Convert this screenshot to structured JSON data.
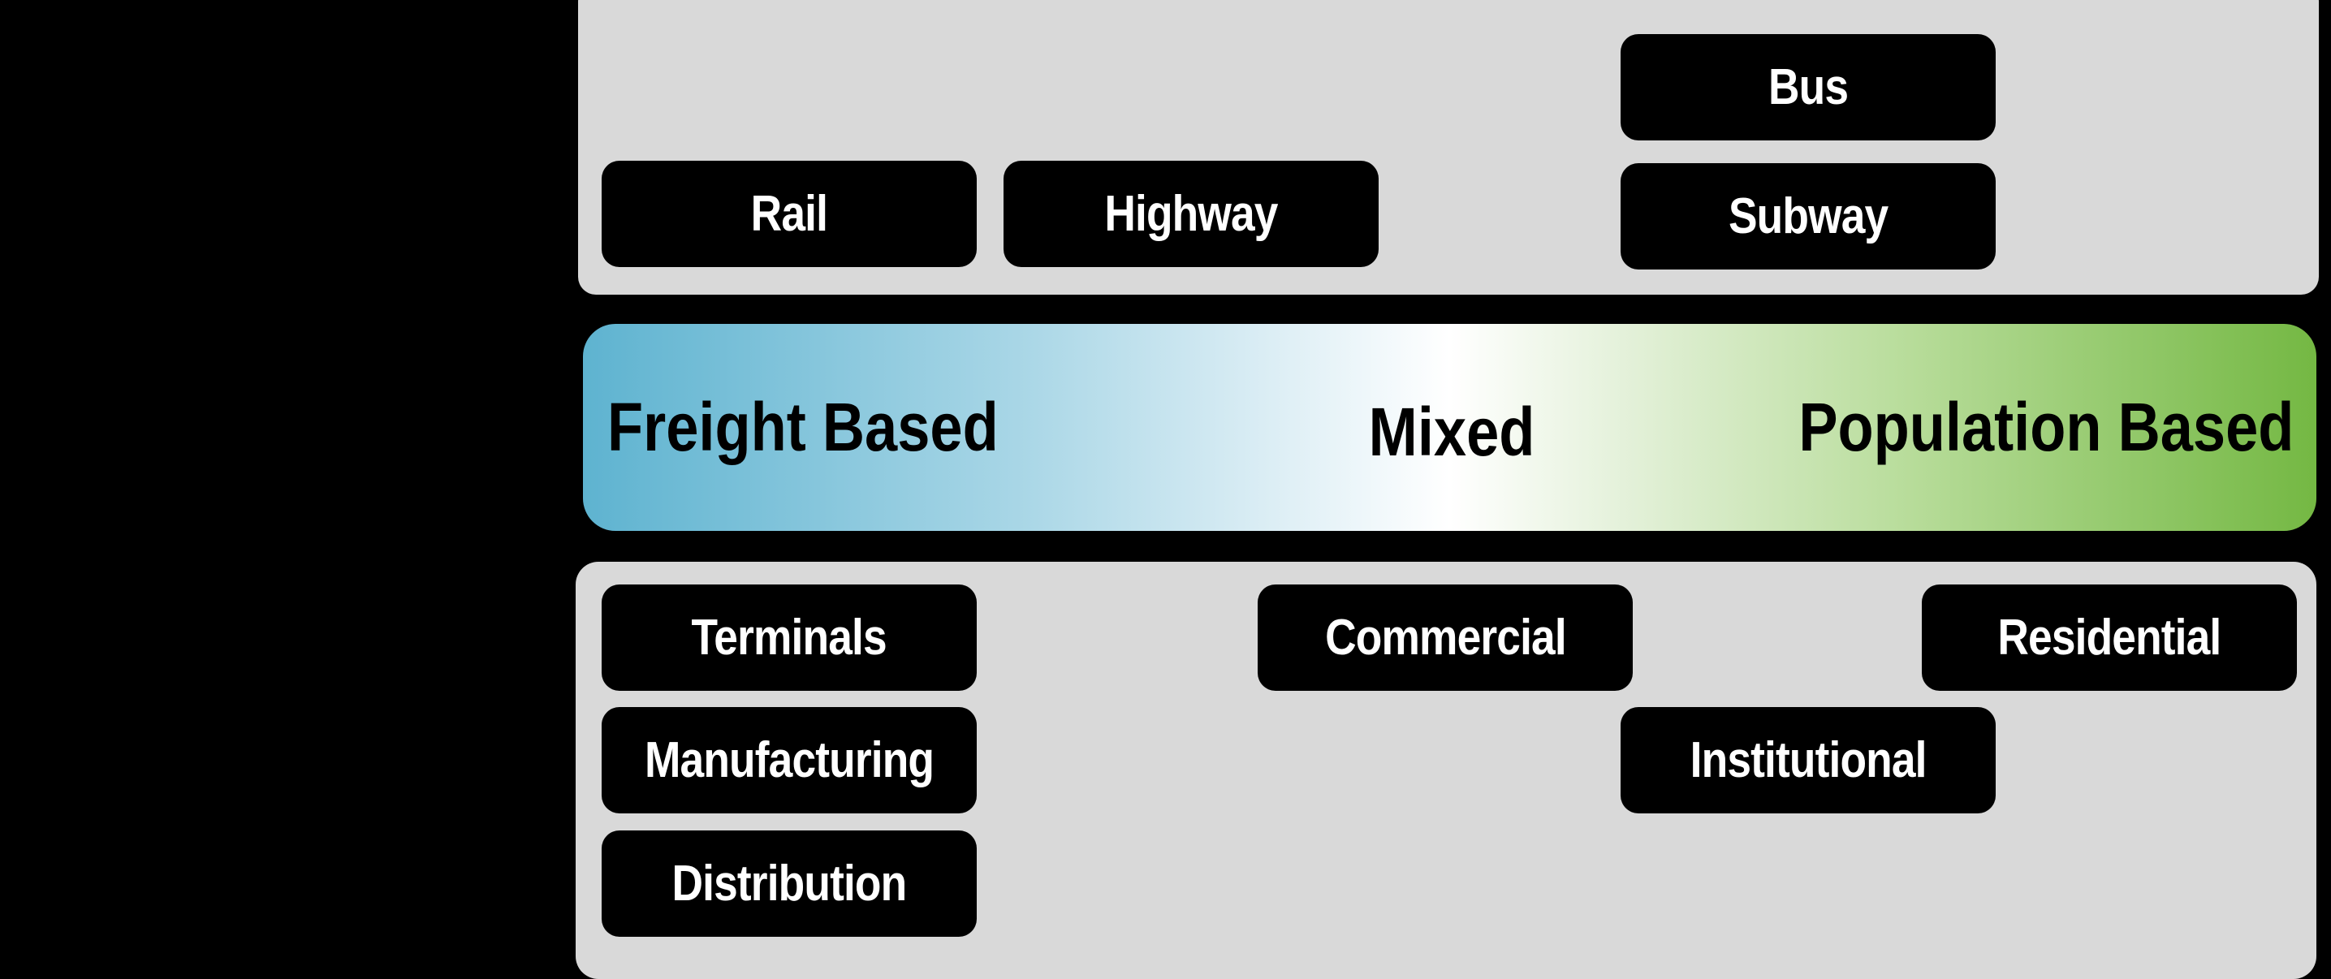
{
  "colors": {
    "background": "#000000",
    "panel": "#d9d9d9",
    "box": "#000000",
    "box_text": "#ffffff",
    "gradient_left": "#5eb3d0",
    "gradient_mid": "#ffffff",
    "gradient_right": "#74b843"
  },
  "transport_modes": {
    "rail": "Rail",
    "highway": "Highway",
    "bus": "Bus",
    "subway": "Subway"
  },
  "spectrum": {
    "left": "Freight Based",
    "center": "Mixed",
    "right": "Population Based"
  },
  "land_uses": {
    "terminals": "Terminals",
    "manufacturing": "Manufacturing",
    "distribution": "Distribution",
    "commercial": "Commercial",
    "institutional": "Institutional",
    "residential": "Residential"
  }
}
